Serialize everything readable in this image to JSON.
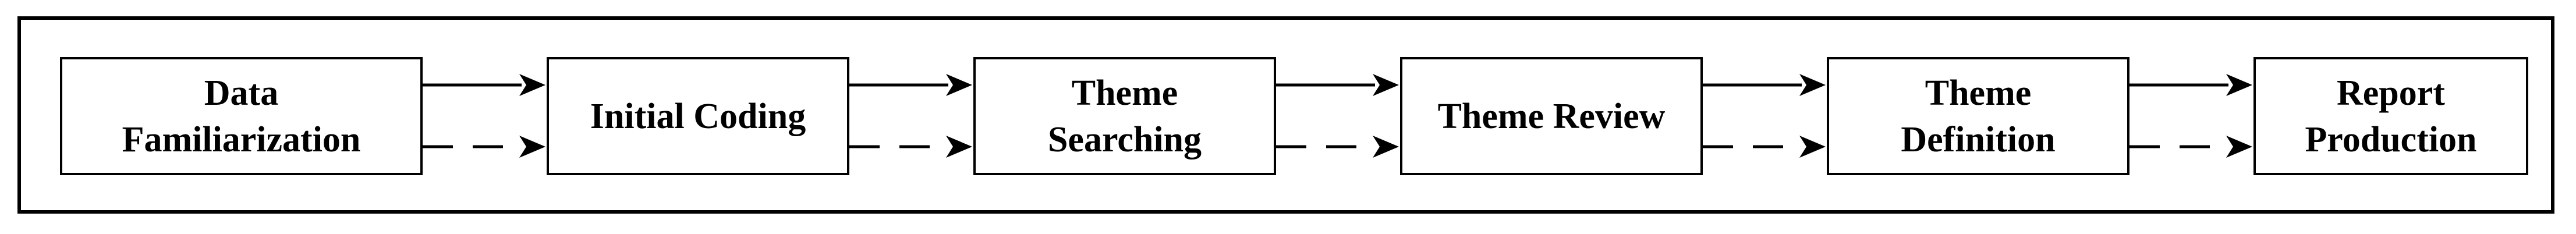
{
  "diagram": {
    "stages": [
      {
        "label": "Data\nFamiliarization"
      },
      {
        "label": "Initial Coding"
      },
      {
        "label": "Theme\nSearching"
      },
      {
        "label": "Theme Review"
      },
      {
        "label": "Theme\nDefinition"
      },
      {
        "label": "Report\nProduction"
      }
    ],
    "connector_styles": [
      "solid",
      "dashed"
    ],
    "colors": {
      "line": "#000000",
      "background": "#ffffff"
    }
  }
}
